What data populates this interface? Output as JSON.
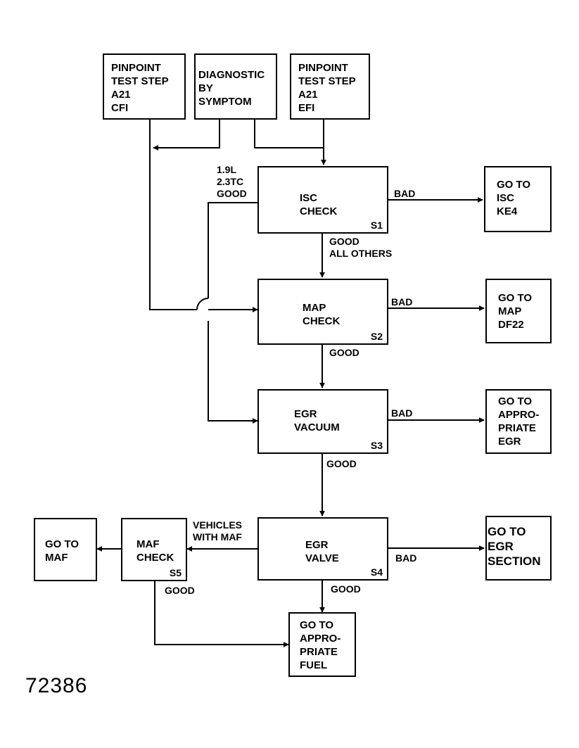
{
  "boxes": {
    "pinpoint_cfi": "PINPOINT\nTEST STEP\nA21\nCFI",
    "diagnostic": "DIAGNOSTIC\nBY\nSYMPTOM",
    "pinpoint_efi": "PINPOINT\nTEST STEP\nA21\nEFI",
    "isc_check": "ISC\nCHECK",
    "isc_step": "S1",
    "map_check": "MAP\nCHECK",
    "map_step": "S2",
    "egr_vacuum": "EGR\nVACUUM",
    "egr_vacuum_step": "S3",
    "egr_valve": "EGR\nVALVE",
    "egr_valve_step": "S4",
    "maf_check": "MAF\nCHECK",
    "maf_step": "S5",
    "goto_isc": "GO TO\nISC\nKE4",
    "goto_map": "GO TO\nMAP\nDF22",
    "goto_egr": "GO TO\nAPPRO-\nPRIATE\nEGR",
    "goto_egr_section": "GO TO\nEGR\nSECTION",
    "goto_maf": "GO TO\nMAF",
    "goto_fuel": "GO TO\nAPPRO-\nPRIATE\nFUEL"
  },
  "labels": {
    "isc_good_engines": "1.9L\n2.3TC\nGOOD",
    "isc_bad": "BAD",
    "isc_good_others": "GOOD\nALL OTHERS",
    "map_bad": "BAD",
    "map_good": "GOOD",
    "egr_vacuum_bad": "BAD",
    "egr_vacuum_good": "GOOD",
    "vehicles_with_maf": "VEHICLES\nWITH MAF",
    "egr_valve_bad": "BAD",
    "egr_valve_good": "GOOD",
    "maf_good": "GOOD"
  },
  "figure_number": "72386"
}
